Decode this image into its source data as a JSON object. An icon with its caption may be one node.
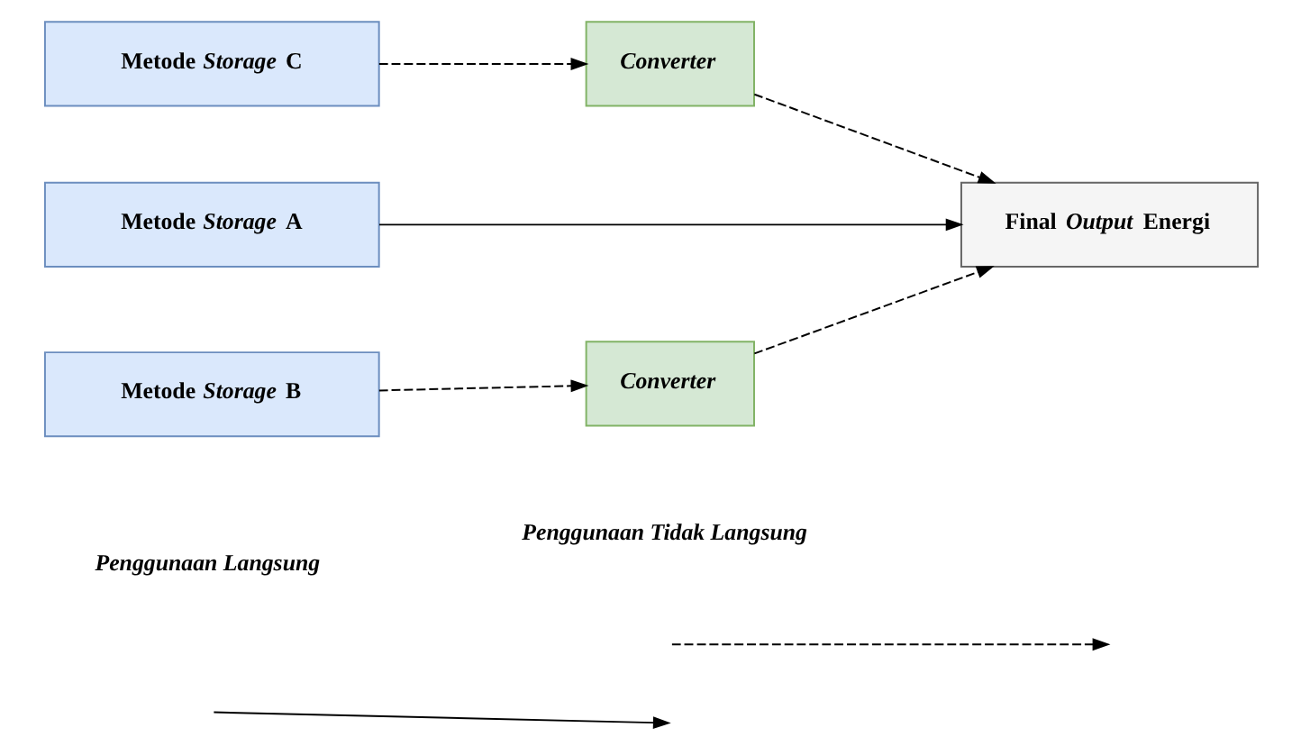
{
  "diagram": {
    "nodes": [
      {
        "text": [
          "Metode *Storage* C"
        ]
      },
      {
        "text": [
          "*Converter*"
        ]
      },
      {
        "text": [
          "Metode *Storage* A"
        ]
      },
      {
        "text": [
          "Final *Output* Energi"
        ]
      },
      {
        "text": [
          "Metode *Storage* B"
        ]
      },
      {
        "text": [
          "*Converter*"
        ]
      }
    ],
    "edges": [
      {
        "from": 0,
        "to": 1,
        "arrow": "to",
        "style": "dashed"
      },
      {
        "from": 1,
        "to": 3,
        "arrow": "to",
        "style": "dashed"
      },
      {
        "from": 2,
        "to": 3,
        "arrow": "to"
      },
      {
        "from": 4,
        "to": 5,
        "arrow": "to",
        "style": "dashed"
      },
      {
        "from": 5,
        "to": 3,
        "arrow": "to",
        "style": "dashed"
      }
    ],
    "legend": [
      {
        "text": "Penggunaan Langsung"
      },
      {
        "text": "Penggunaan Tidak Langsung"
      }
    ]
  }
}
